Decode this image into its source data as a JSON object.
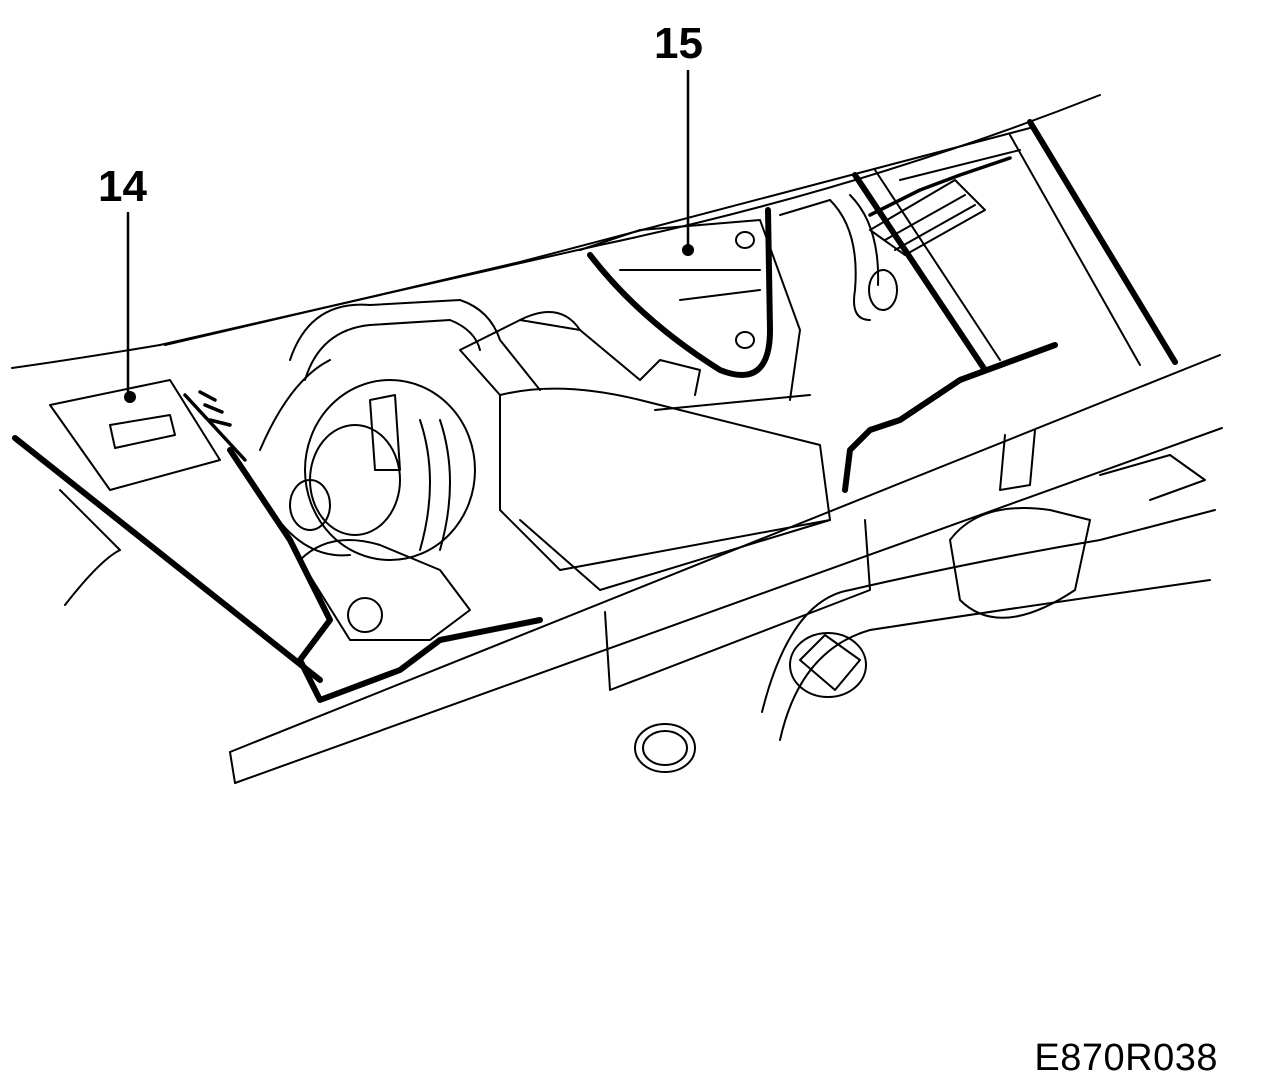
{
  "callouts": [
    {
      "label": "14"
    },
    {
      "label": "15"
    }
  ],
  "figure_code": "E870R038",
  "colors": {
    "line": "#000000",
    "background": "#ffffff"
  }
}
